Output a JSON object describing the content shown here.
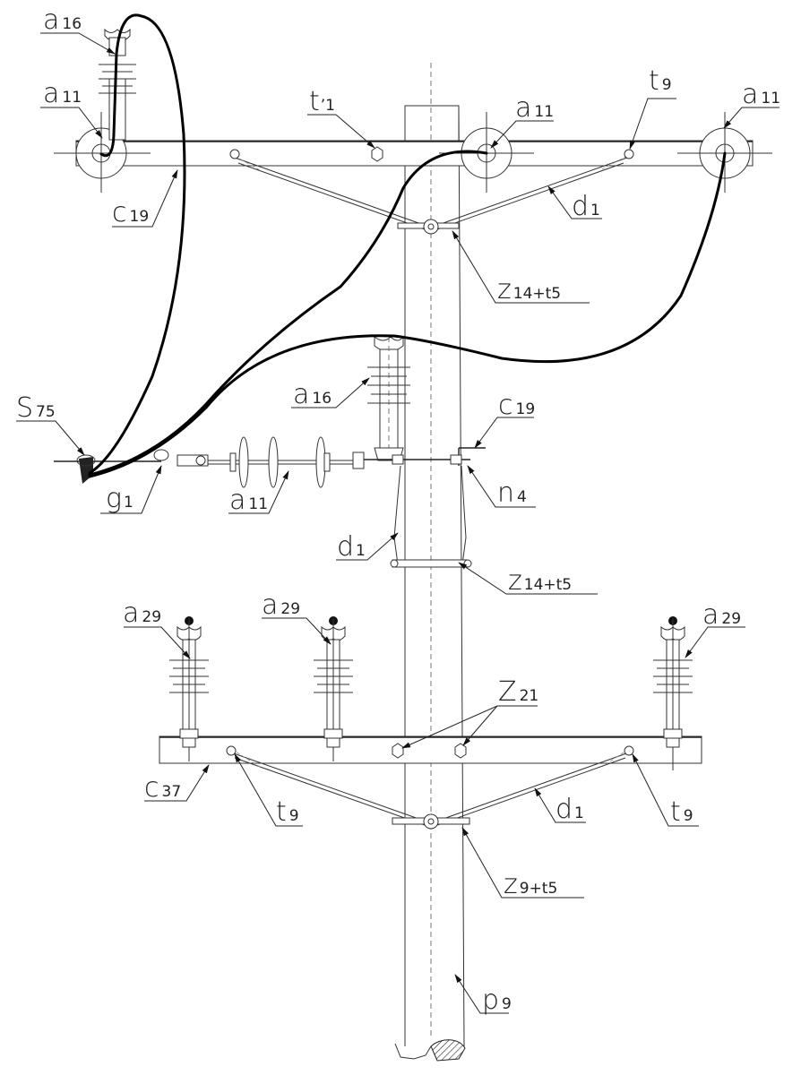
{
  "drawing": {
    "subject": "Utility pole crossarm and insulator assembly",
    "line_color": "#222222",
    "cable_color": "#000000"
  },
  "labels": [
    {
      "id": "a16-top",
      "main": "a",
      "sub": "16"
    },
    {
      "id": "a11-left",
      "main": "a",
      "sub": "11"
    },
    {
      "id": "c19-top",
      "main": "c",
      "sub": "19"
    },
    {
      "id": "t1-prime",
      "main": "t",
      "sub": "’1"
    },
    {
      "id": "a11-mid",
      "main": "a",
      "sub": "11"
    },
    {
      "id": "t9-top",
      "main": "t",
      "sub": "9"
    },
    {
      "id": "a11-right",
      "main": "a",
      "sub": "11"
    },
    {
      "id": "d1-top",
      "main": "d",
      "sub": "1"
    },
    {
      "id": "z14t5-top",
      "main": "z",
      "sub": "14+t5"
    },
    {
      "id": "a16-mid",
      "main": "a",
      "sub": "16"
    },
    {
      "id": "s75",
      "main": "S",
      "sub": "75"
    },
    {
      "id": "c19-mid",
      "main": "c",
      "sub": "19"
    },
    {
      "id": "g1",
      "main": "g",
      "sub": "1"
    },
    {
      "id": "a11-string",
      "main": "a",
      "sub": "11"
    },
    {
      "id": "n4",
      "main": "n",
      "sub": "4"
    },
    {
      "id": "d1-mid",
      "main": "d",
      "sub": "1"
    },
    {
      "id": "z14t5-mid",
      "main": "z",
      "sub": "14+t5"
    },
    {
      "id": "a29-left",
      "main": "a",
      "sub": "29"
    },
    {
      "id": "a29-center",
      "main": "a",
      "sub": "29"
    },
    {
      "id": "a29-right",
      "main": "a",
      "sub": "29"
    },
    {
      "id": "z21",
      "main": "Z",
      "sub": "21"
    },
    {
      "id": "c37",
      "main": "c",
      "sub": "37"
    },
    {
      "id": "t9-left",
      "main": "t",
      "sub": "9"
    },
    {
      "id": "d1-bottom",
      "main": "d",
      "sub": "1"
    },
    {
      "id": "t9-right",
      "main": "t",
      "sub": "9"
    },
    {
      "id": "z9t5",
      "main": "z",
      "sub": "9+t5"
    },
    {
      "id": "p9",
      "main": "p",
      "sub": "9"
    }
  ]
}
